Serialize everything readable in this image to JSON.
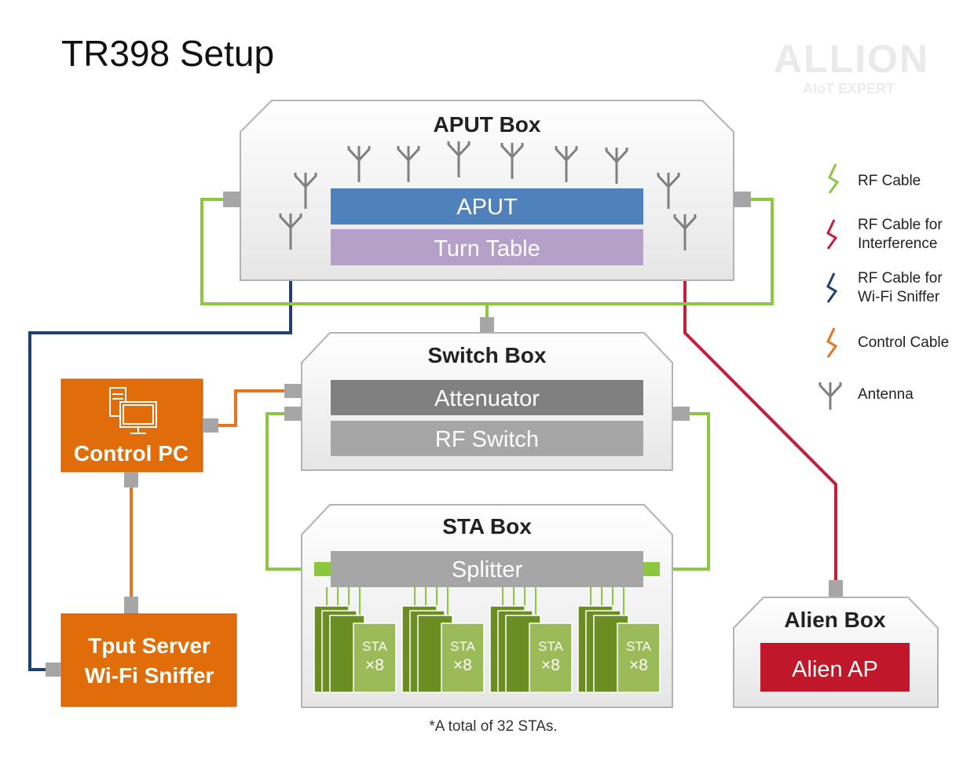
{
  "title": "TR398 Setup",
  "logo": {
    "brand": "ALLION",
    "tagline": "AIoT EXPERT"
  },
  "aput_box": {
    "title": "APUT Box",
    "aput_label": "APUT",
    "turntable_label": "Turn Table"
  },
  "switch_box": {
    "title": "Switch Box",
    "attenuator_label": "Attenuator",
    "rfswitch_label": "RF Switch"
  },
  "sta_box": {
    "title": "STA Box",
    "splitter_label": "Splitter",
    "sta_label": "STA",
    "sta_count": "×8"
  },
  "alien_box": {
    "title": "Alien Box",
    "ap_label": "Alien AP"
  },
  "control_pc": {
    "label": "Control PC"
  },
  "tput_server": {
    "line1": "Tput Server",
    "line2": "Wi-Fi Sniffer"
  },
  "footnote": "*A total of 32 STAs.",
  "legend": [
    {
      "key": "rf",
      "line1": "RF Cable",
      "line2": ""
    },
    {
      "key": "interference",
      "line1": "RF Cable for",
      "line2": "Interference"
    },
    {
      "key": "sniffer",
      "line1": "RF Cable for",
      "line2": "Wi-Fi Sniffer"
    },
    {
      "key": "control",
      "line1": "Control Cable",
      "line2": ""
    },
    {
      "key": "antenna",
      "line1": "Antenna",
      "line2": ""
    }
  ],
  "colors": {
    "rf_cable": "#8dc63f",
    "interference_cable": "#c41e3a",
    "sniffer_cable": "#1f3f6e",
    "control_cable": "#e8741e",
    "aput": "#4f81bd",
    "turntable": "#b4a0c8",
    "attenuator": "#808080",
    "rfswitch": "#a6a6a6",
    "splitter": "#a6a6a6",
    "sta_front": "#9bbb59",
    "sta_back": "#6b8e23",
    "alien_ap": "#c0172a",
    "orange_box": "#e06c0a",
    "connector": "#a6a6a6",
    "antenna": "#808080"
  }
}
